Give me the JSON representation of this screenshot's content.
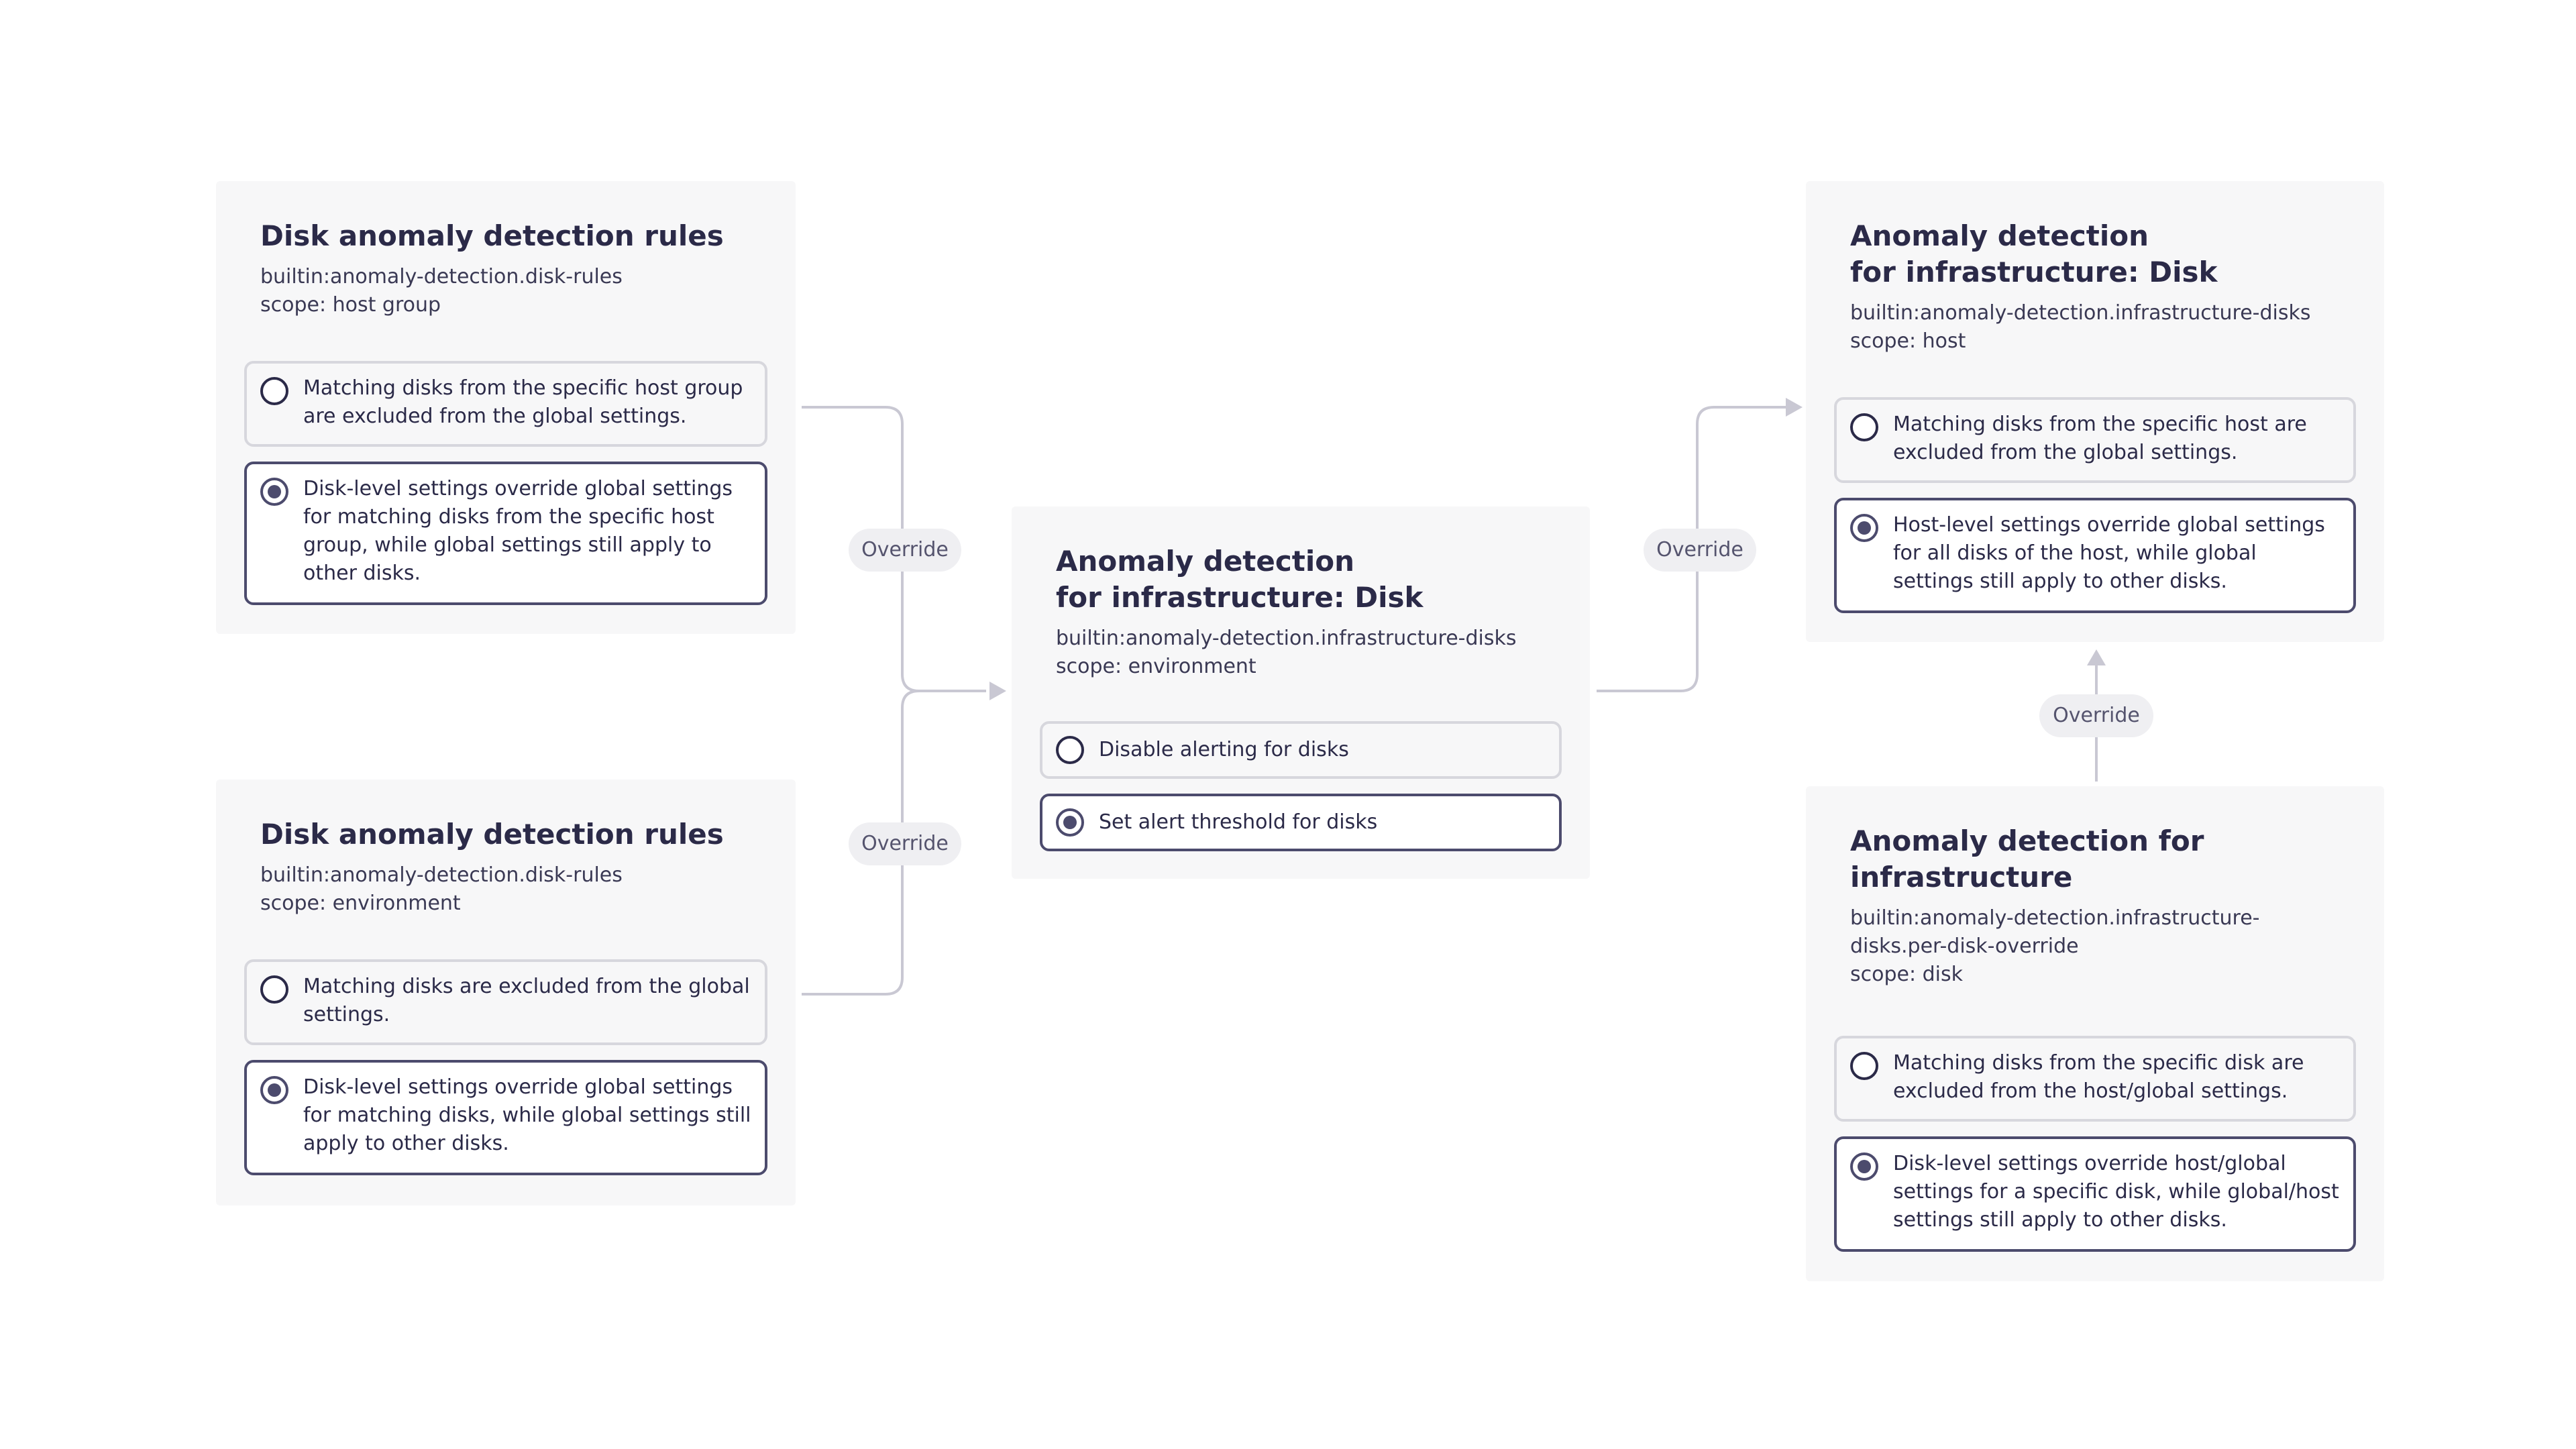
{
  "cards": {
    "disk_rules_host_group": {
      "title_line1": "Disk anomaly detection rules",
      "schema": "builtin:anomaly-detection.disk-rules",
      "scope": "scope: host group",
      "options": [
        "Matching disks from the specific host group are excluded from the global settings.",
        "Disk-level settings override global settings for matching disks from the specific host group, while global settings still apply to other disks."
      ]
    },
    "disk_rules_environment": {
      "title_line1": "Disk anomaly detection rules",
      "schema": "builtin:anomaly-detection.disk-rules",
      "scope": "scope: environment",
      "options": [
        "Matching disks are excluded from the global settings.",
        "Disk-level settings override global settings for matching disks, while global settings still apply to other disks."
      ]
    },
    "infra_disk_environment": {
      "title_line1": "Anomaly detection",
      "title_line2": "for infrastructure: Disk",
      "schema": "builtin:anomaly-detection.infrastructure-disks",
      "scope": "scope: environment",
      "options": [
        "Disable alerting for disks",
        "Set alert threshold for disks"
      ]
    },
    "infra_disk_host": {
      "title_line1": "Anomaly detection",
      "title_line2": "for infrastructure: Disk",
      "schema": "builtin:anomaly-detection.infrastructure-disks",
      "scope": "scope: host",
      "options": [
        "Matching disks from the specific host are excluded from the global settings.",
        "Host-level settings override global settings for all disks of the host, while global settings still apply to other disks."
      ]
    },
    "infra_per_disk": {
      "title_line1": "Anomaly detection for",
      "title_line2": "infrastructure",
      "schema_line1": "builtin:anomaly-detection.infrastructure-",
      "schema_line2": "disks.per-disk-override",
      "scope": "scope: disk",
      "options": [
        "Matching disks from the specific disk are excluded from the host/global settings.",
        "Disk-level settings override host/global settings for a specific disk, while global/host settings still apply to other disks."
      ]
    }
  },
  "connector_label": "Override",
  "colors": {
    "card_bg": "#f7f7f8",
    "text": "#2b2a48",
    "selected_border": "#4c4b6d",
    "unselected_border": "#d7d7dd",
    "connector": "#c9c8d3"
  }
}
